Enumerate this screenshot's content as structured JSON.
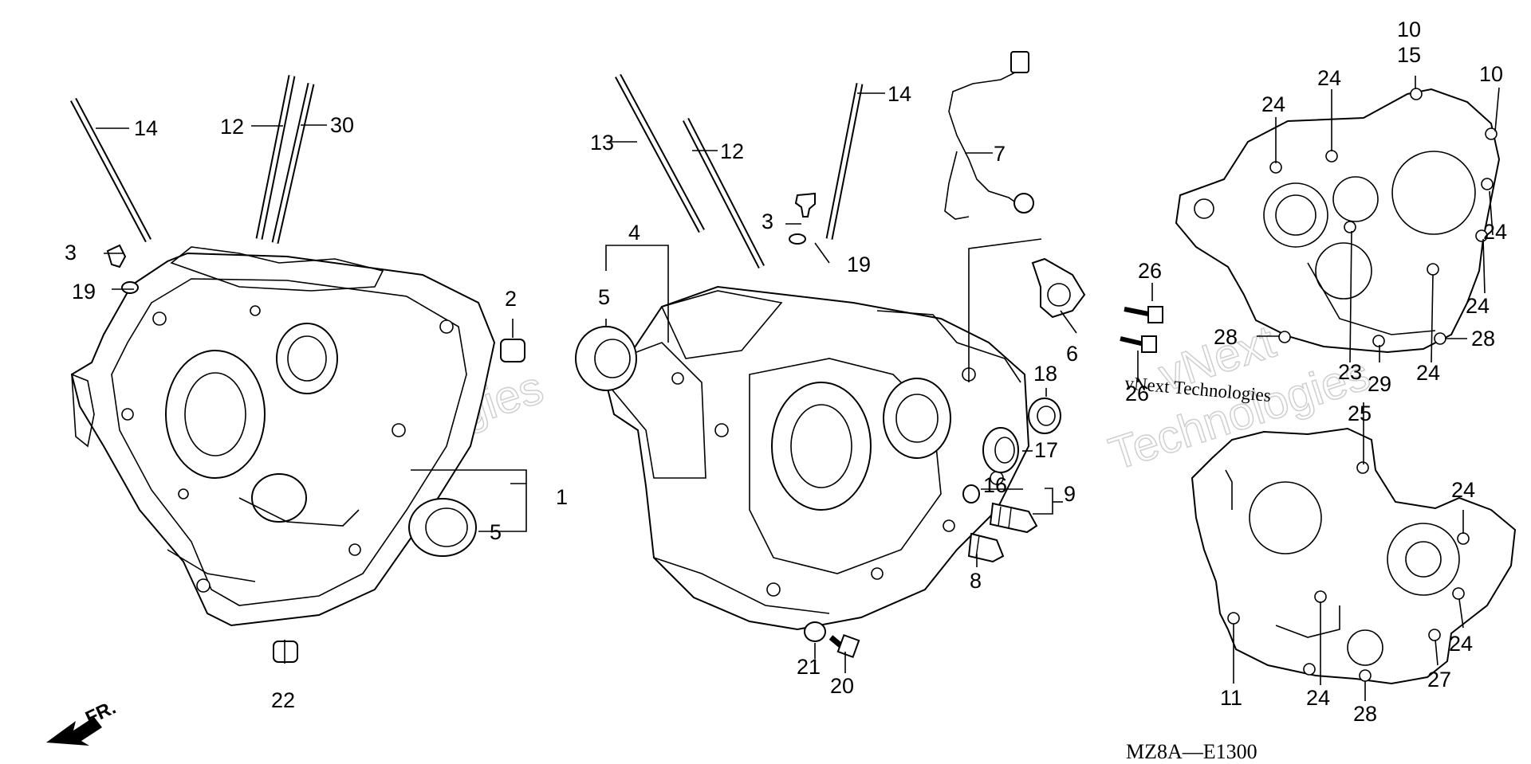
{
  "diagram": {
    "part_code": "MZ8A—E1300",
    "front_label": "FR.",
    "watermark_line1": "vNext",
    "watermark_line2": "Technologies",
    "watermark_small": "vNext Technologies",
    "callouts": [
      "1",
      "2",
      "3",
      "4",
      "5",
      "6",
      "7",
      "8",
      "9",
      "10",
      "11",
      "12",
      "13",
      "14",
      "15",
      "16",
      "17",
      "18",
      "19",
      "20",
      "21",
      "22",
      "23",
      "24",
      "25",
      "26",
      "27",
      "28",
      "29",
      "30"
    ]
  }
}
